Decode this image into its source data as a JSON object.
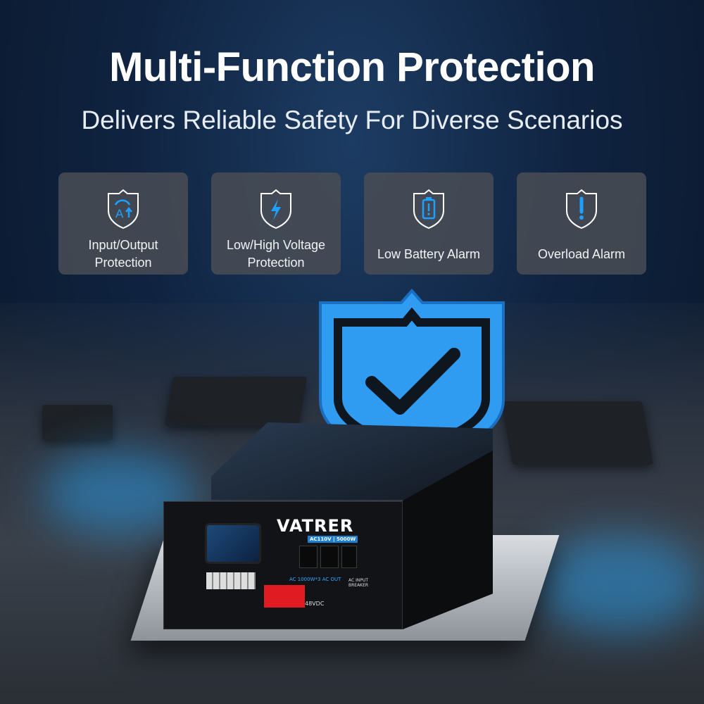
{
  "header": {
    "title": "Multi-Function Protection",
    "subtitle": "Delivers Reliable Safety For Diverse Scenarios"
  },
  "features": [
    {
      "label": "Input/Output Protection",
      "icon": "shield-current-icon"
    },
    {
      "label": "Low/High Voltage Protection",
      "icon": "shield-lightning-icon"
    },
    {
      "label": "Low Battery Alarm",
      "icon": "shield-battery-icon"
    },
    {
      "label": "Overload Alarm",
      "icon": "shield-exclamation-icon"
    }
  ],
  "colors": {
    "accent": "#1ea0ff",
    "card": "#484c54",
    "shield": "#2f9cf2"
  },
  "product": {
    "brand": "VATRER",
    "badge": "AC110V | 5000W",
    "ac_out": "AC 1000W*3  AC OUT",
    "dc": "48VDC",
    "breaker": "AC INPUT BREAKER"
  }
}
